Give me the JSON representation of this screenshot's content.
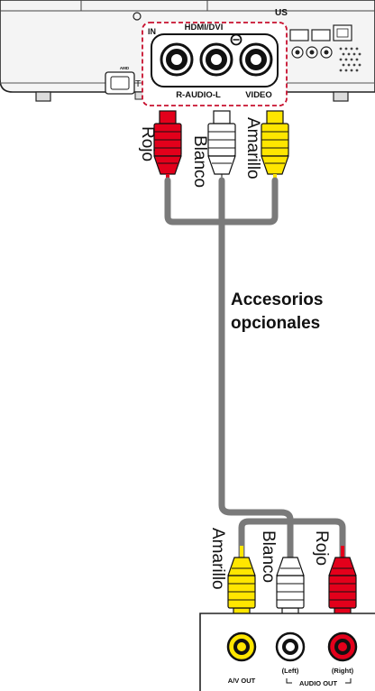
{
  "projector": {
    "ports": {
      "in": "IN",
      "hdmi_dvi": "HDMI/DVI",
      "usb": "US",
      "r_audio_l": "R-AUDIO-L",
      "video": "VIDEO"
    }
  },
  "cables_top": {
    "red": "Rojo",
    "white": "Blanco",
    "yellow": "Amarillo"
  },
  "accessory_note": {
    "line1": "Accesorios",
    "line2": "opcionales"
  },
  "cables_bottom": {
    "yellow": "Amarillo",
    "white": "Blanco",
    "red": "Rojo"
  },
  "device": {
    "av_out": "A/V OUT",
    "left": "(Left)",
    "right": "(Right)",
    "audio_out": "AUDIO OUT"
  },
  "colors": {
    "red_plug": "#e3001b",
    "yellow_plug": "#ffe600",
    "white_plug": "#ffffff",
    "cable": "#7a7a7a",
    "highlight": "#c8102e"
  }
}
